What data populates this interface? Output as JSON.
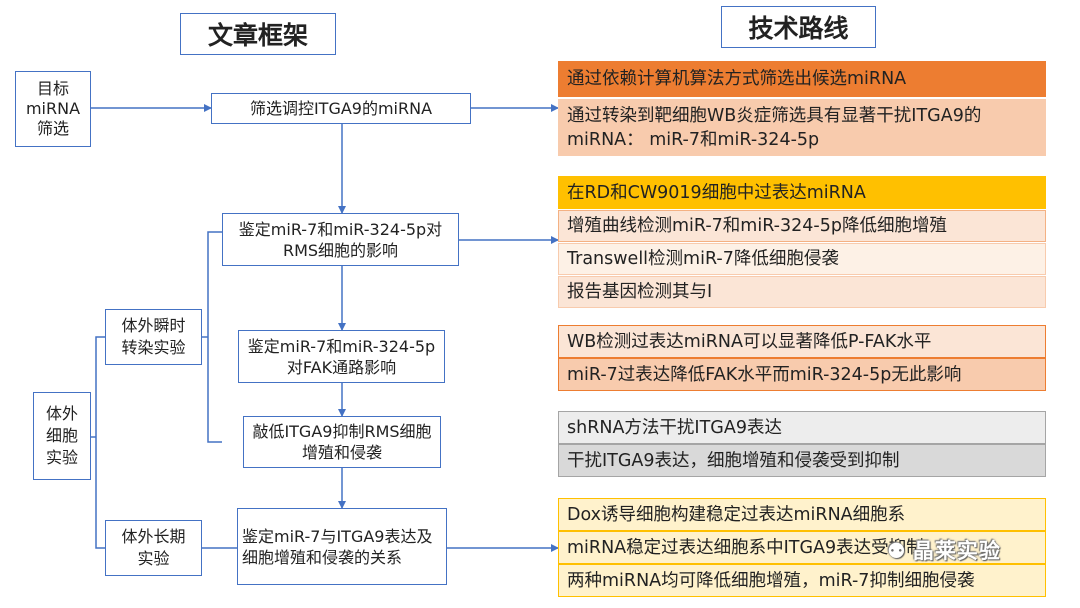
{
  "headers": {
    "framework": "文章框架",
    "route": "技术路线"
  },
  "left": {
    "target": "目标\nmiRNA\n筛选",
    "invitro": "体外\n细胞\n实验",
    "transient": "体外瞬时\n转染实验",
    "longterm": "体外长期\n实验"
  },
  "center": [
    "筛选调控ITGA9的miRNA",
    "鉴定miR-7和miR-324-5p对RMS细胞的影响",
    "鉴定miR-7和miR-324-5p对FAK通路影响",
    "敲低ITGA9抑制RMS细胞增殖和侵袭",
    "鉴定miR-7与ITGA9表达及细胞增殖和侵袭的关系"
  ],
  "groups": [
    {
      "items": [
        {
          "text": "通过依赖计算机算法方式筛选出候选miRNA",
          "fill": "#ed7d31",
          "border": "#ed7d31"
        },
        {
          "text": "通过转染到靶细胞WB炎症筛选具有显著干扰ITGA9的miRNA： miR-7和miR-324-5p",
          "fill": "#f8cbad",
          "border": "#f8cbad"
        }
      ]
    },
    {
      "items": [
        {
          "text": "在RD和CW9019细胞中过表达miRNA",
          "fill": "#ffc000",
          "border": "#ffc000"
        },
        {
          "text": "增殖曲线检测miR-7和miR-324-5p降低细胞增殖",
          "fill": "#fbe5d6",
          "border": "#f4b183"
        },
        {
          "text": "Transwell检测miR-7降低细胞侵袭",
          "fill": "#fdf1e6",
          "border": "#f8cbad"
        },
        {
          "text": "报告基因检测其与I",
          "fill": "#fbe5d6",
          "border": "#f8cbad"
        }
      ]
    },
    {
      "items": [
        {
          "text": "WB检测过表达miRNA可以显著降低P-FAK水平",
          "fill": "#fbe5d6",
          "border": "#ed7d31"
        },
        {
          "text": "miR-7过表达降低FAK水平而miR-324-5p无此影响",
          "fill": "#f8cbad",
          "border": "#ed7d31"
        }
      ]
    },
    {
      "items": [
        {
          "text": "shRNA方法干扰ITGA9表达",
          "fill": "#ededed",
          "border": "#a5a5a5"
        },
        {
          "text": "干扰ITGA9表达，细胞增殖和侵袭受到抑制",
          "fill": "#d9d9d9",
          "border": "#a5a5a5"
        }
      ]
    },
    {
      "items": [
        {
          "text": "Dox诱导细胞构建稳定过表达miRNA细胞系",
          "fill": "#fff2cc",
          "border": "#ffc000"
        },
        {
          "text": "miRNA稳定过表达细胞系中ITGA9表达受抑制",
          "fill": "#fff2cc",
          "border": "#ffc000"
        },
        {
          "text": "两种miRNA均可降低细胞增殖，miR-7抑制细胞侵袭",
          "fill": "#fff2cc",
          "border": "#ffc000"
        }
      ]
    }
  ],
  "watermark": "晶莱实验",
  "colors": {
    "line": "#4472c4"
  }
}
